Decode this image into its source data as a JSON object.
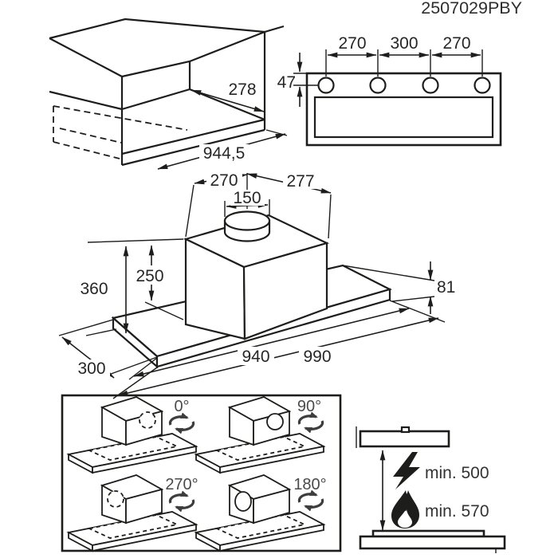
{
  "title": "2507029PBY",
  "colors": {
    "line": "#1d1d1b",
    "dim_text": "#262626",
    "gray_text": "#4a4a4a",
    "background": "#ffffff"
  },
  "icons": {
    "rotation": "rotate-arrows-icon",
    "electric": "lightning-bolt-icon",
    "gas": "flame-icon"
  },
  "drilling_template": {
    "spacing_left": "270",
    "spacing_center": "300",
    "spacing_right": "270",
    "hole_offset": "47"
  },
  "cabinet_view": {
    "niche_depth": "278",
    "niche_width": "944,5"
  },
  "hood_view": {
    "duct_offset_left": "270",
    "duct_diameter": "150",
    "duct_offset_right": "277",
    "total_height": "360",
    "body_height": "250",
    "panel_height": "81",
    "width_body": "940",
    "width_total": "990",
    "depth": "300"
  },
  "rotation_view": {
    "angles": [
      "0°",
      "90°",
      "270°",
      "180°"
    ]
  },
  "clearance_view": {
    "electric": "min. 500",
    "gas": "min. 570"
  }
}
